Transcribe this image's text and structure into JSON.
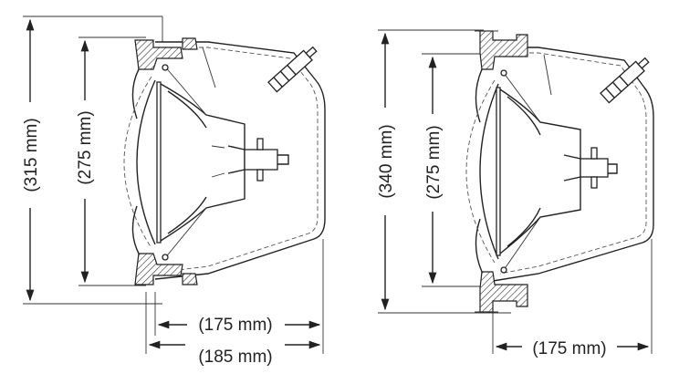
{
  "figures": [
    {
      "id": "left",
      "dimensions": {
        "outer_height": "(315 mm)",
        "lens_height": "(275 mm)",
        "depth_short": "(175 mm)",
        "depth_long": "(185 mm)"
      }
    },
    {
      "id": "right",
      "dimensions": {
        "outer_height": "(340 mm)",
        "lens_height": "(275 mm)",
        "depth": "(175 mm)"
      }
    }
  ]
}
